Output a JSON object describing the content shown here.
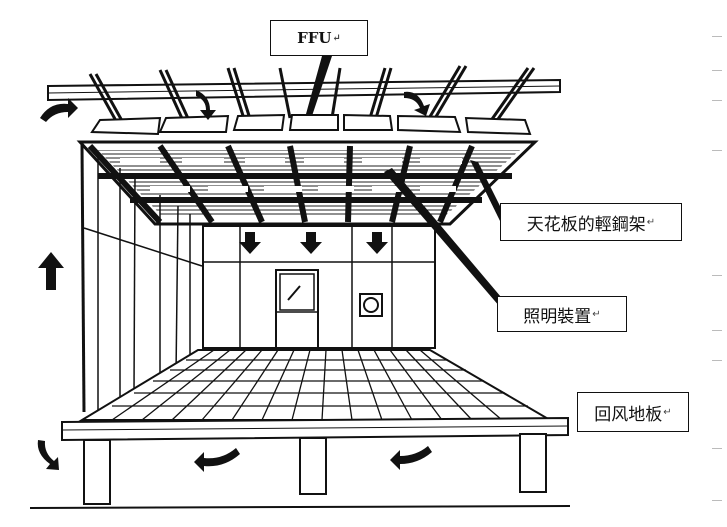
{
  "labels": {
    "ffu": "FFU",
    "ceiling_frame": "天花板的輕鋼架",
    "lighting": "照明裝置",
    "return_floor": "回风地板",
    "edit_mark": "↵"
  }
}
